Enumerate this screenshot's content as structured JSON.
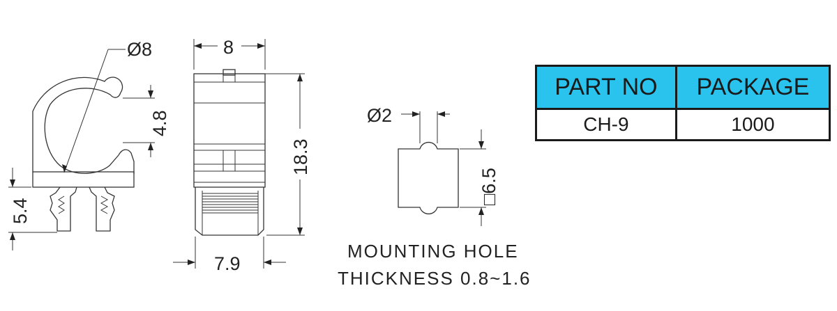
{
  "dimensions": {
    "clip_diameter": "Ø8",
    "opening_height": "4.8",
    "anchor_height": "5.4",
    "top_width": "8",
    "total_height": "18.3",
    "base_width": "7.9",
    "hole_diameter": "Ø2",
    "hole_square": "□6.5"
  },
  "mounting_note": {
    "line1": "MOUNTING HOLE",
    "line2": "THICKNESS 0.8~1.6"
  },
  "spec_table": {
    "headers": [
      "PART NO",
      "PACKAGE"
    ],
    "row": [
      "CH-9",
      "1000"
    ],
    "header_color": "#29c3ee"
  }
}
